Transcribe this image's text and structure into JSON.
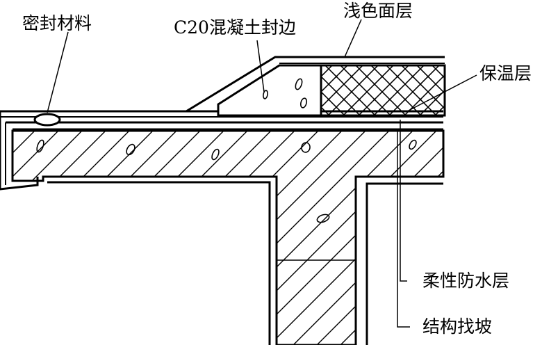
{
  "labels": {
    "sealing_material": "密封材料",
    "c20_concrete_edge": "C20混凝土封边",
    "light_color_surface": "浅色面层",
    "insulation_layer": "保温层",
    "flexible_waterproof_layer": "柔性防水层",
    "structural_slope": "结构找坡"
  },
  "colors": {
    "line": "#000000",
    "background": "#ffffff"
  }
}
